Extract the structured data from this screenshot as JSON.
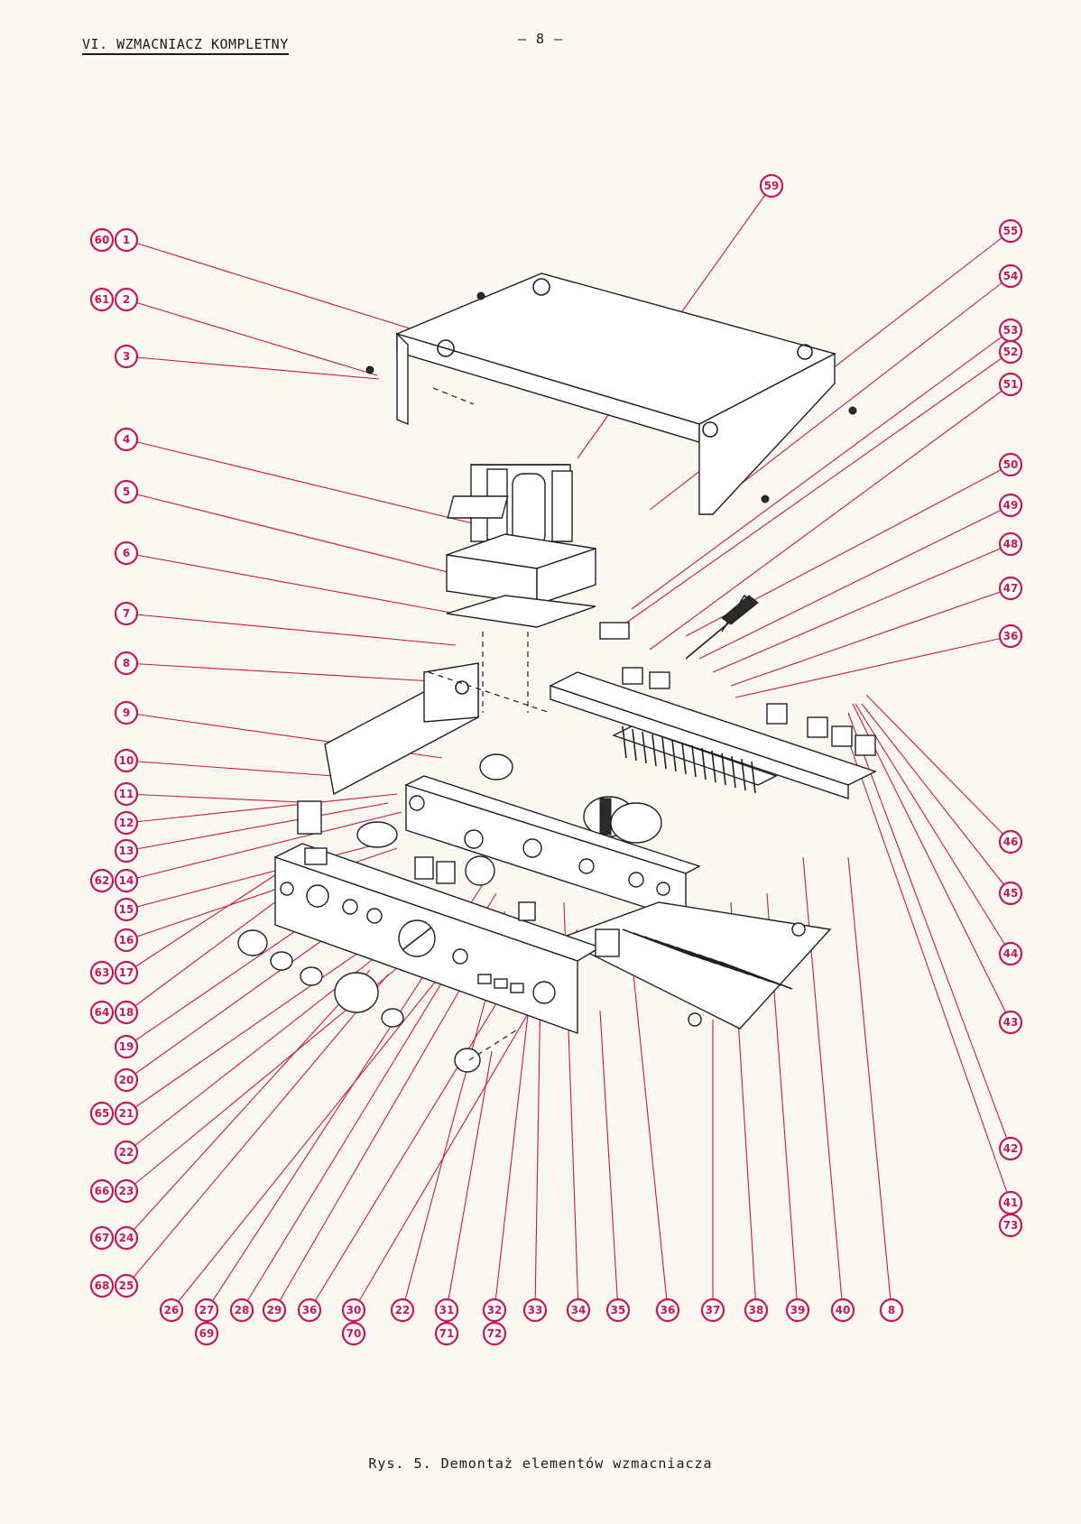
{
  "header": {
    "section_title": "VI. WZMACNIACZ KOMPLETNY",
    "page_number": "— 8 —"
  },
  "caption": "Rys. 5. Demontaż elementów wzmacniacza",
  "colors": {
    "callout": "#c8174f",
    "ink": "#1f1f1f",
    "paper": "#faf8f0"
  },
  "callouts": {
    "left": [
      "60",
      "1",
      "61",
      "2",
      "3",
      "4",
      "5",
      "6",
      "7",
      "8",
      "9",
      "10",
      "11",
      "12",
      "13",
      "62",
      "14",
      "15",
      "16",
      "63",
      "17",
      "64",
      "18",
      "19",
      "20",
      "65",
      "21",
      "22",
      "66",
      "23",
      "67",
      "24",
      "68",
      "25"
    ],
    "bottom": [
      "26",
      "27",
      "69",
      "28",
      "29",
      "36",
      "30",
      "70",
      "22",
      "31",
      "71",
      "32",
      "72",
      "33",
      "34",
      "35",
      "36",
      "37",
      "38",
      "39",
      "40",
      "8"
    ],
    "top": [
      "59"
    ],
    "right": [
      "55",
      "54",
      "53",
      "52",
      "51",
      "50",
      "49",
      "48",
      "47",
      "36",
      "46",
      "45",
      "44",
      "43",
      "42",
      "41",
      "73"
    ]
  }
}
